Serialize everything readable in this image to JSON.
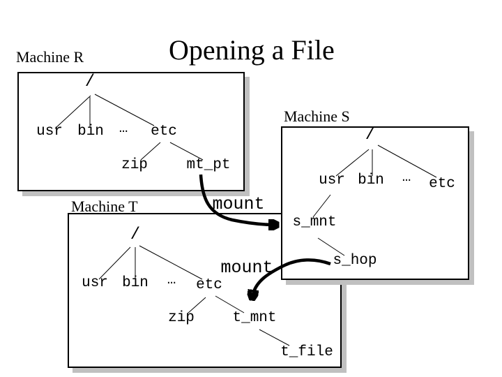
{
  "title": "Opening a File",
  "machine_r": {
    "label": "Machine R",
    "nodes": {
      "root": "/",
      "usr": "usr",
      "bin": "bin",
      "dots": "…",
      "etc": "etc",
      "zip": "zip",
      "mt_pt": "mt_pt"
    }
  },
  "machine_s": {
    "label": "Machine S",
    "nodes": {
      "root": "/",
      "usr": "usr",
      "bin": "bin",
      "dots": "…",
      "etc": "etc",
      "s_mnt": "s_mnt",
      "s_hop": "s_hop"
    }
  },
  "machine_t": {
    "label": "Machine T",
    "nodes": {
      "root": "/",
      "usr": "usr",
      "bin": "bin",
      "dots": "…",
      "etc": "etc",
      "zip": "zip",
      "t_mnt": "t_mnt",
      "t_file": "t_file"
    }
  },
  "mounts": {
    "r_to_s": {
      "label": "mount",
      "from": "mt_pt",
      "to": "s_mnt"
    },
    "s_to_t": {
      "label": "mount",
      "from": "s_hop",
      "to": "t_mnt"
    }
  },
  "colors": {
    "background": "#ffffff",
    "ink": "#000000",
    "shadow": "#c0c0c0"
  }
}
